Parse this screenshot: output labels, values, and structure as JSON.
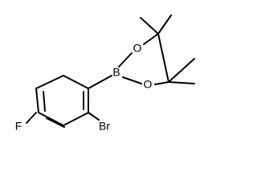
{
  "atoms": {
    "boron": "B",
    "oxygen_top": "O",
    "oxygen_bottom": "O",
    "bromine": "Br",
    "fluorine": "F"
  },
  "colors": {
    "bond": "#000000",
    "text": "#000000",
    "background": "#ffffff"
  }
}
